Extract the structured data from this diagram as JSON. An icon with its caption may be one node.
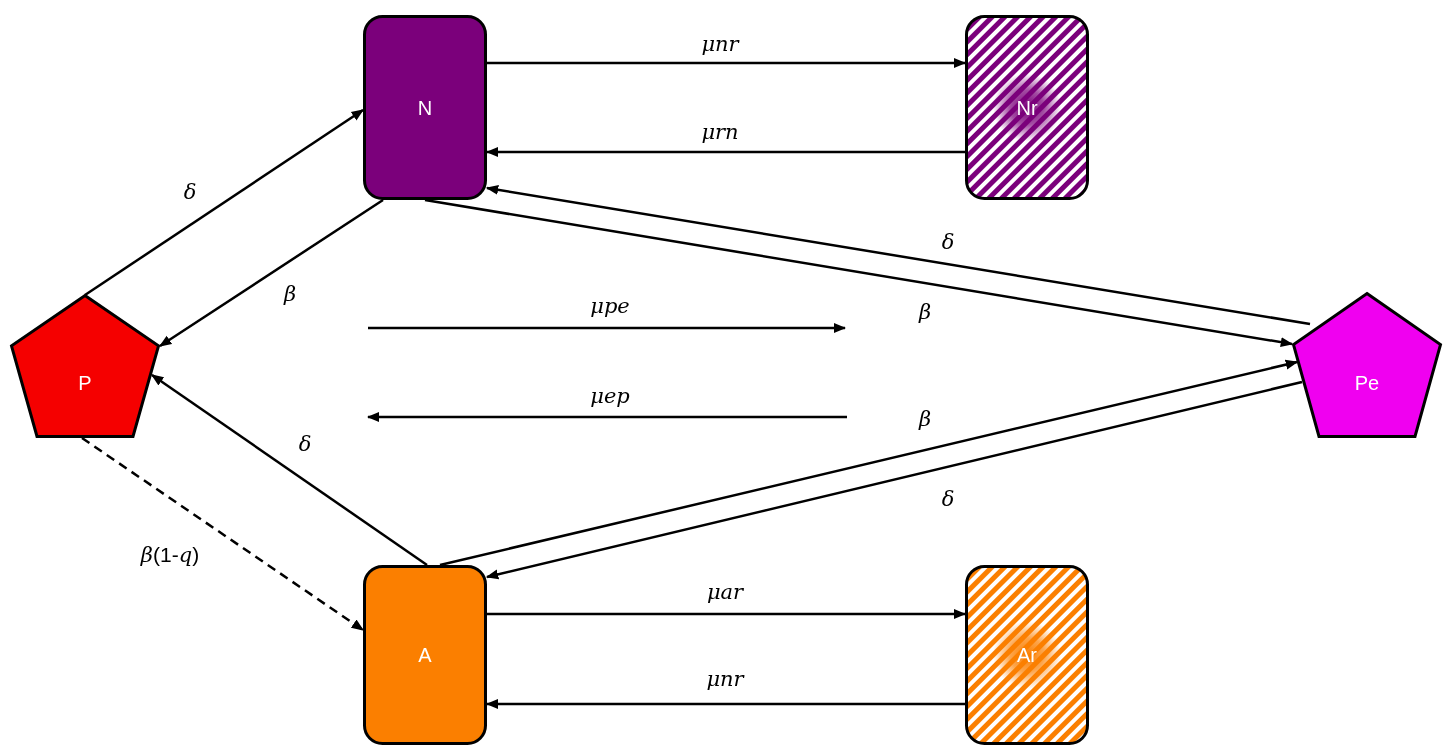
{
  "diagram": {
    "nodes": [
      {
        "text": [
          "N"
        ]
      },
      {
        "text": [
          "Nr"
        ]
      },
      {
        "text": [
          "P"
        ]
      },
      {
        "text": [
          "Pe"
        ]
      },
      {
        "text": [
          "A"
        ]
      },
      {
        "text": [
          "Ar"
        ]
      }
    ],
    "edges": [
      {
        "from": 0,
        "to": 1,
        "arrow": "to",
        "label": "μnr"
      },
      {
        "from": 1,
        "to": 0,
        "arrow": "to",
        "label": "μrn"
      },
      {
        "from": 2,
        "to": 0,
        "arrow": "to",
        "label": "δ"
      },
      {
        "from": 0,
        "to": 2,
        "arrow": "to",
        "label": "β"
      },
      {
        "from": 3,
        "to": 0,
        "arrow": "to",
        "label": "δ"
      },
      {
        "from": 0,
        "to": 3,
        "arrow": "to",
        "label": "β"
      },
      {
        "from": 4,
        "to": 2,
        "arrow": "to",
        "label": "δ"
      },
      {
        "from": 4,
        "to": 3,
        "arrow": "to",
        "label": "β"
      },
      {
        "from": 3,
        "to": 4,
        "arrow": "to",
        "label": "δ"
      },
      {
        "from": 2,
        "to": 4,
        "arrow": "to",
        "label": "*β*(1-*q*)",
        "style": "dashed"
      },
      {
        "from": 4,
        "to": 5,
        "arrow": "to",
        "label": "μar"
      },
      {
        "from": 5,
        "to": 4,
        "arrow": "to",
        "label": "μnr"
      }
    ],
    "labels": [
      "μpe",
      "μep"
    ]
  }
}
